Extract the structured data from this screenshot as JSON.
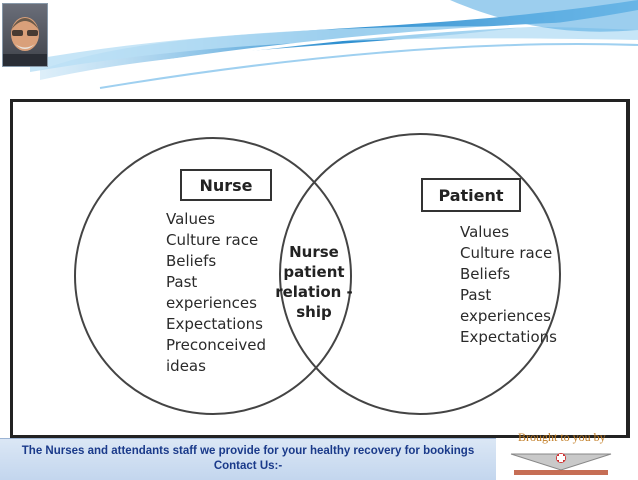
{
  "diagram": {
    "nurse": {
      "title": "Nurse",
      "attributes": [
        "Values",
        "Culture race",
        "Beliefs",
        "Past",
        "experiences",
        "Expectations",
        "Preconceived",
        "ideas"
      ]
    },
    "patient": {
      "title": "Patient",
      "attributes": [
        "Values",
        "Culture race",
        "Beliefs",
        "Past",
        "experiences",
        "Expectations"
      ]
    },
    "overlap": [
      "Nurse",
      "patient",
      "relation -",
      "ship"
    ]
  },
  "footer": {
    "line1": "The Nurses and attendants staff we provide for your healthy recovery for bookings",
    "line2": "Contact Us:-",
    "brought_by": "Brought to you by"
  },
  "colors": {
    "header_blue": "#2e8fd0",
    "footer_text": "#1a3a8a",
    "brought_by": "#c07a20"
  }
}
